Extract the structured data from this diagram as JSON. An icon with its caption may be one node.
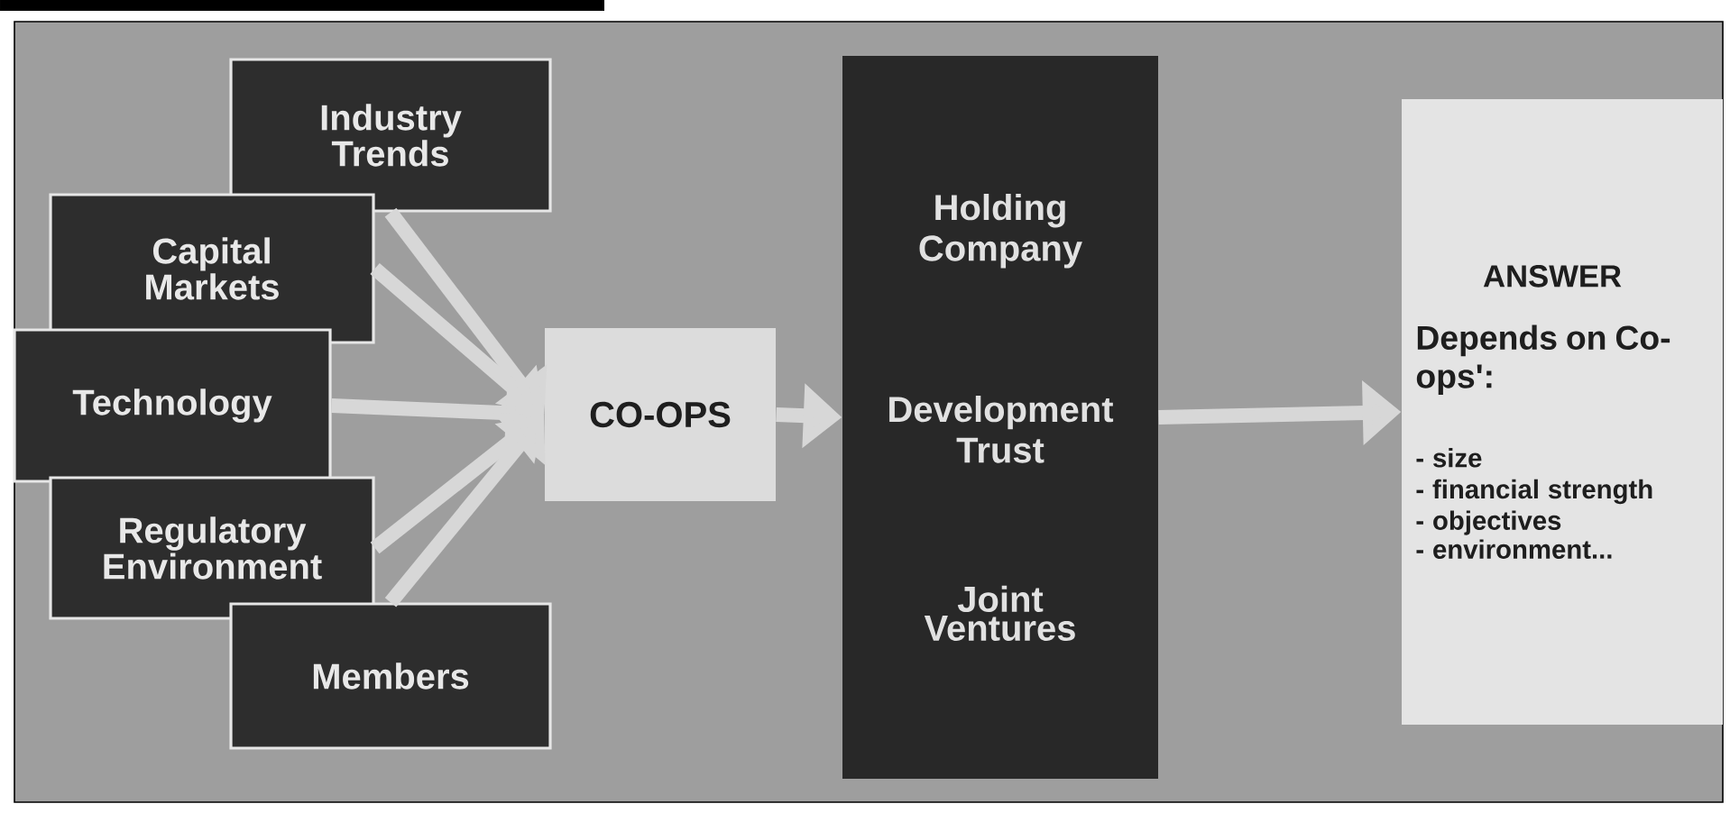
{
  "diagram": {
    "nodes": [
      {
        "text": [
          "Industry Trends"
        ]
      },
      {
        "text": [
          "Capital Markets"
        ]
      },
      {
        "text": [
          "Technology"
        ]
      },
      {
        "text": [
          "Regulatory Environment"
        ]
      },
      {
        "text": [
          "Members"
        ]
      },
      {
        "text": [
          "CO-OPS"
        ]
      },
      {
        "text": [
          "Holding Company",
          "Development Trust",
          "Joint Ventures"
        ]
      },
      {
        "text": [
          "ANSWER",
          "Depends on Co-ops':",
          "- size",
          "- financial strength",
          "- objectives",
          "- environment..."
        ]
      }
    ],
    "edges": [
      {
        "from": 0,
        "to": 5,
        "arrow": "to"
      },
      {
        "from": 1,
        "to": 5,
        "arrow": "to"
      },
      {
        "from": 2,
        "to": 5,
        "arrow": "to"
      },
      {
        "from": 3,
        "to": 5,
        "arrow": "to"
      },
      {
        "from": 4,
        "to": 5,
        "arrow": "to"
      },
      {
        "from": 5,
        "to": 6,
        "arrow": "to"
      },
      {
        "from": 6,
        "to": 7,
        "arrow": "to"
      }
    ]
  }
}
